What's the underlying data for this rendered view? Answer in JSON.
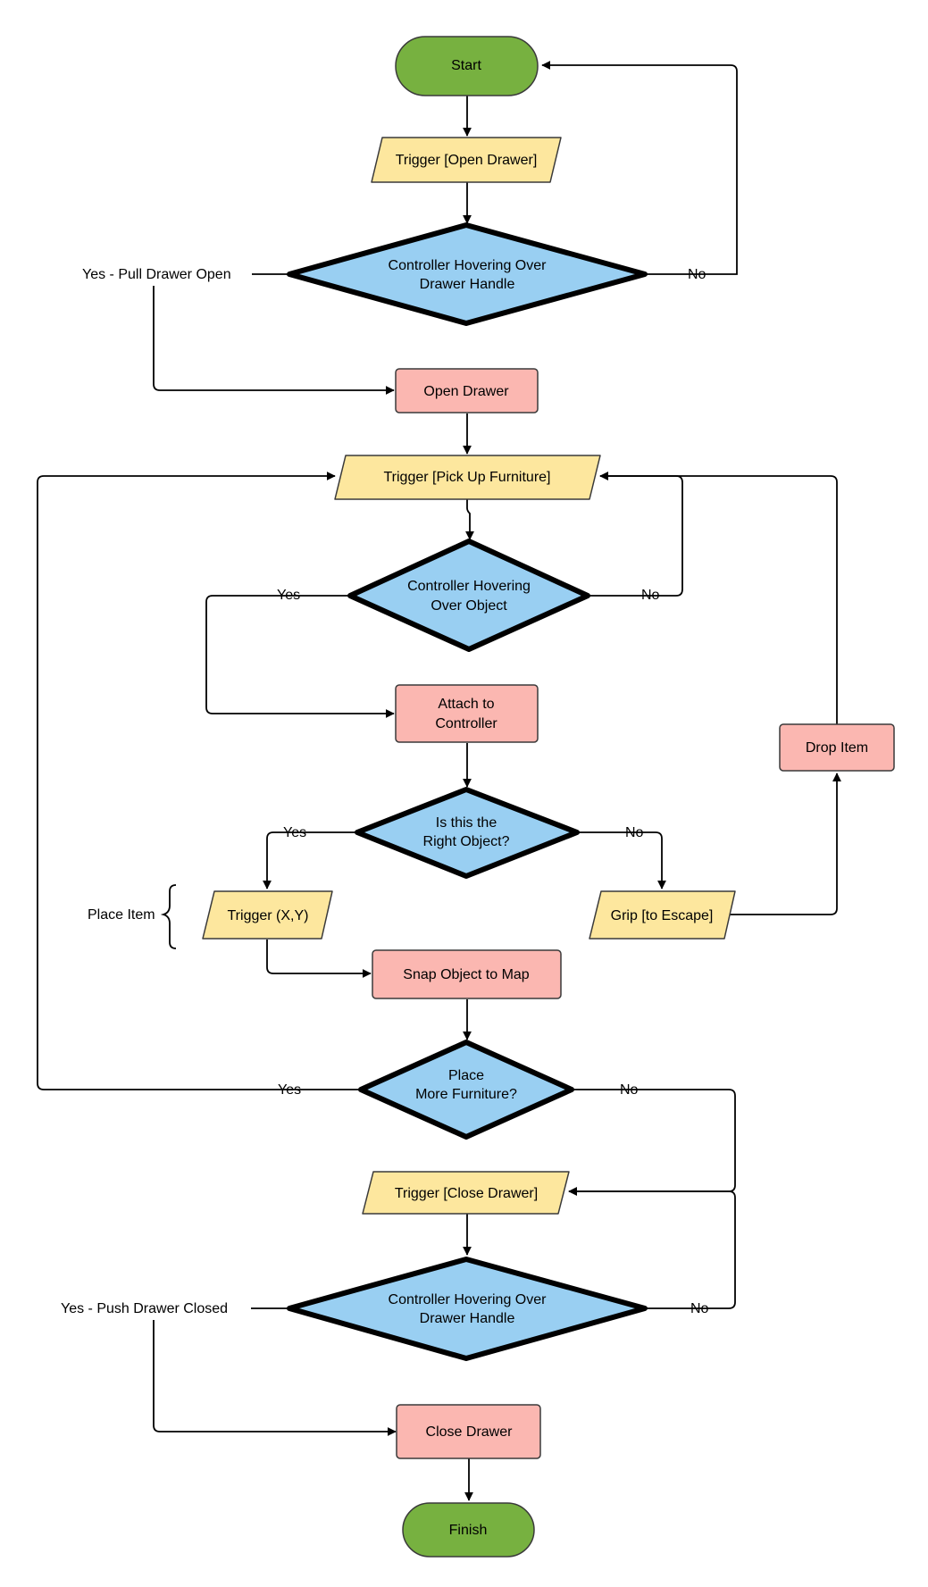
{
  "colors": {
    "terminal_fill": "#77b140",
    "terminal_stroke": "#3a3a3a",
    "io_fill": "#fde79e",
    "process_fill": "#fbb7b1",
    "decision_fill": "#99cff2",
    "line": "#000000"
  },
  "nodes": {
    "start": "Start",
    "trigger_open_drawer": "Trigger [Open Drawer]",
    "hover_drawer_handle_1": [
      "Controller Hovering Over",
      "Drawer Handle"
    ],
    "open_drawer": "Open Drawer",
    "trigger_pick_up": "Trigger [Pick Up Furniture]",
    "hover_object": [
      "Controller Hovering",
      "Over Object"
    ],
    "attach_to_controller": [
      "Attach to",
      "Controller"
    ],
    "right_object": [
      "Is this the",
      "Right Object?"
    ],
    "trigger_xy": "Trigger (X,Y)",
    "grip_escape": "Grip [to Escape]",
    "drop_item": "Drop Item",
    "snap_object": "Snap Object to Map",
    "place_more": [
      "Place",
      "More Furniture?"
    ],
    "trigger_close_drawer": "Trigger [Close Drawer]",
    "hover_drawer_handle_2": [
      "Controller Hovering Over",
      "Drawer Handle"
    ],
    "close_drawer": "Close Drawer",
    "finish": "Finish"
  },
  "labels": {
    "yes_pull_drawer_open": "Yes - Pull Drawer Open",
    "no_1": "No",
    "yes_object": "Yes",
    "no_object": "No",
    "yes_right": "Yes",
    "no_right": "No",
    "place_item": "Place Item",
    "yes_more": "Yes",
    "no_more": "No",
    "yes_push_drawer_closed": "Yes - Push Drawer Closed",
    "no_2": "No"
  }
}
